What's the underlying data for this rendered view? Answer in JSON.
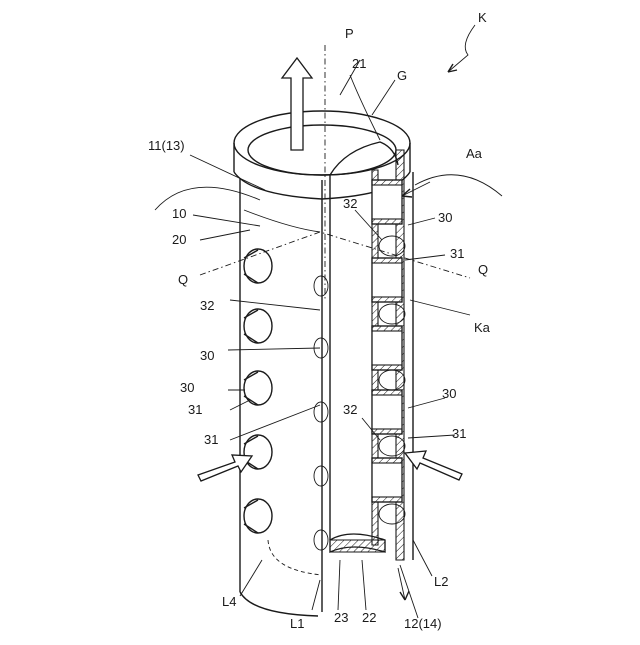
{
  "labels": {
    "K": "K",
    "P": "P",
    "G": "G",
    "n21": "21",
    "n11_13": "11(13)",
    "Aa": "Aa",
    "n10": "10",
    "n32_top": "32",
    "n30_right_top": "30",
    "n20": "20",
    "n31_right_top": "31",
    "Q_left": "Q",
    "Q_right": "Q",
    "n32_left": "32",
    "Ka": "Ka",
    "n30_left_a": "30",
    "n30_left_b": "30",
    "n31_left_a": "31",
    "n30_right_mid": "30",
    "n32_right_mid": "32",
    "n31_right_mid": "31",
    "n31_left_b": "31",
    "L2": "L2",
    "L4": "L4",
    "n23": "23",
    "n22": "22",
    "n12_14": "12(14)",
    "L1": "L1"
  }
}
